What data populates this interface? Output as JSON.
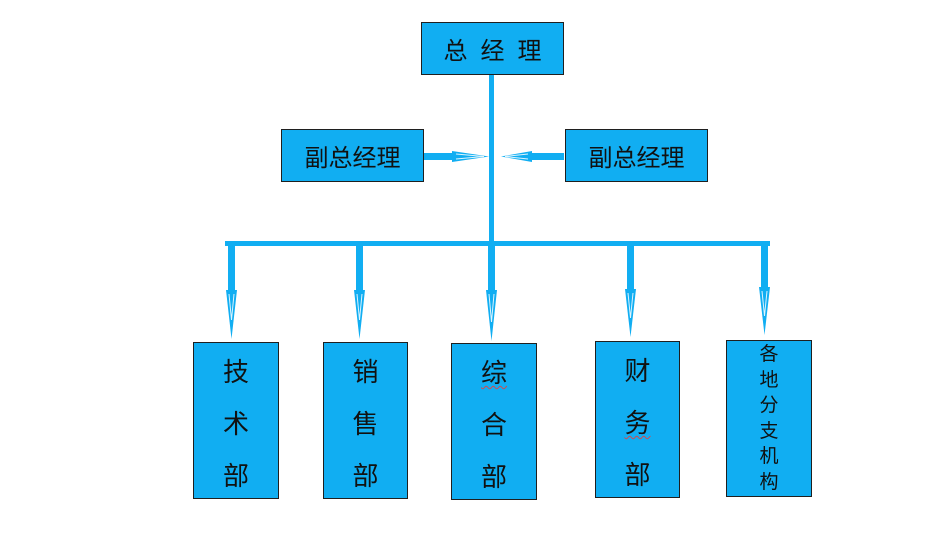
{
  "colors": {
    "box_fill": "#11aef2",
    "box_border": "#1f1f1f",
    "connector": "#11aef2"
  },
  "general_manager": {
    "label": "总经理"
  },
  "deputy_left": {
    "label": "副总经理"
  },
  "deputy_right": {
    "label": "副总经理"
  },
  "departments": [
    {
      "chars": [
        "技",
        "术",
        "部"
      ]
    },
    {
      "chars": [
        "销",
        "售",
        "部"
      ]
    },
    {
      "chars": [
        "综",
        "合",
        "部"
      ]
    },
    {
      "chars": [
        "财",
        "务",
        "部"
      ]
    },
    {
      "chars": [
        "各",
        "地",
        "分",
        "支",
        "机",
        "构"
      ]
    }
  ]
}
